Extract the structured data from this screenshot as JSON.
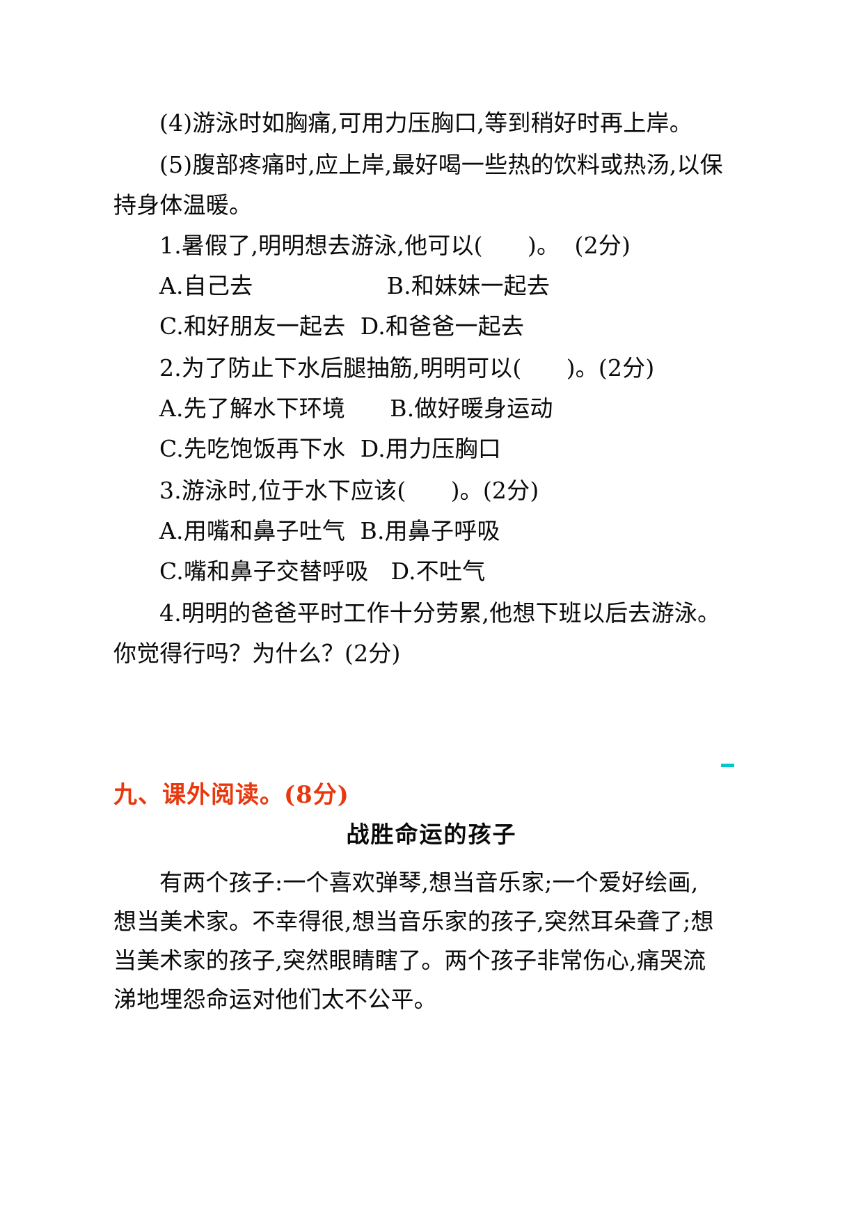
{
  "document": {
    "background_color": "#ffffff",
    "text_color": "#0a0a0a",
    "accent_color": "#e8380d",
    "mark_color": "#00c8cd"
  },
  "tips": {
    "item4": "(4)游泳时如胸痛,可用力压胸口,等到稍好时再上岸。",
    "item5_line1": "(5)腹部疼痛时,应上岸,最好喝一些热的饮料或热汤,以保",
    "item5_line2": "持身体温暖。"
  },
  "questions": [
    {
      "stem": "1.暑假了,明明想去游泳,他可以(      )。  (2分)",
      "options_line1": "A.自己去                  B.和妹妹一起去",
      "options_line2": "C.和好朋友一起去  D.和爸爸一起去"
    },
    {
      "stem": "2.为了防止下水后腿抽筋,明明可以(      )。(2分)",
      "options_line1": "A.先了解水下环境      B.做好暖身运动",
      "options_line2": "C.先吃饱饭再下水  D.用力压胸口"
    },
    {
      "stem": "3.游泳时,位于水下应该(      )。(2分)",
      "options_line1": "A.用嘴和鼻子吐气  B.用鼻子呼吸",
      "options_line2": "C.嘴和鼻子交替呼吸   D.不吐气"
    },
    {
      "stem": "4.明明的爸爸平时工作十分劳累,他想下班以后去游泳。",
      "options_line1": "你觉得行吗？为什么？(2分)",
      "options_line2": ""
    }
  ],
  "section": {
    "heading": "九、课外阅读。(8分)",
    "mark_icon": "teal-dash-mark"
  },
  "article": {
    "title": "战胜命运的孩子",
    "lines": [
      "有两个孩子:一个喜欢弹琴,想当音乐家;一个爱好绘画,",
      "想当美术家。不幸得很,想当音乐家的孩子,突然耳朵聋了;想",
      "当美术家的孩子,突然眼睛瞎了。两个孩子非常伤心,痛哭流",
      "涕地埋怨命运对他们太不公平。"
    ]
  }
}
